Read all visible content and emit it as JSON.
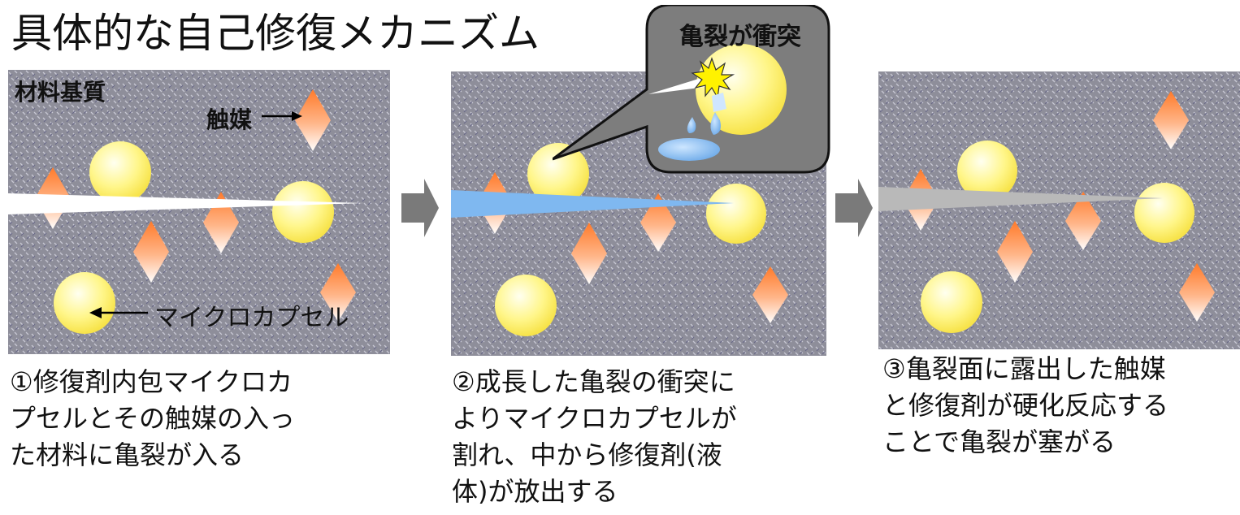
{
  "title": "具体的な自己修復メカニズム",
  "panel1": {
    "matrix_label": "材料基質",
    "catalyst_label": "触媒",
    "capsule_label": "マイクロカプセル",
    "caption": "①修復剤内包マイクロカ\nプセルとその触媒の入っ\nた材料に亀裂が入る"
  },
  "panel2": {
    "bubble_label": "亀裂が衝突",
    "caption": "②成長した亀裂の衝突に\nよりマイクロカプセルが\n割れ、中から修復剤(液\n体)が放出する"
  },
  "panel3": {
    "caption": "③亀裂面に露出した触媒\nと修復剤が硬化反応する\nことで亀裂が塞がる"
  },
  "colors": {
    "matrix": "#8e8e9a",
    "capsule": "#fff27a",
    "catalyst": "#ff8a3d",
    "crack_open": "#ffffff",
    "crack_liquid": "#7fb8f0",
    "crack_healed": "#b9b9b9",
    "arrow": "#7a7a7a",
    "bubble": "#7d7d7d"
  }
}
